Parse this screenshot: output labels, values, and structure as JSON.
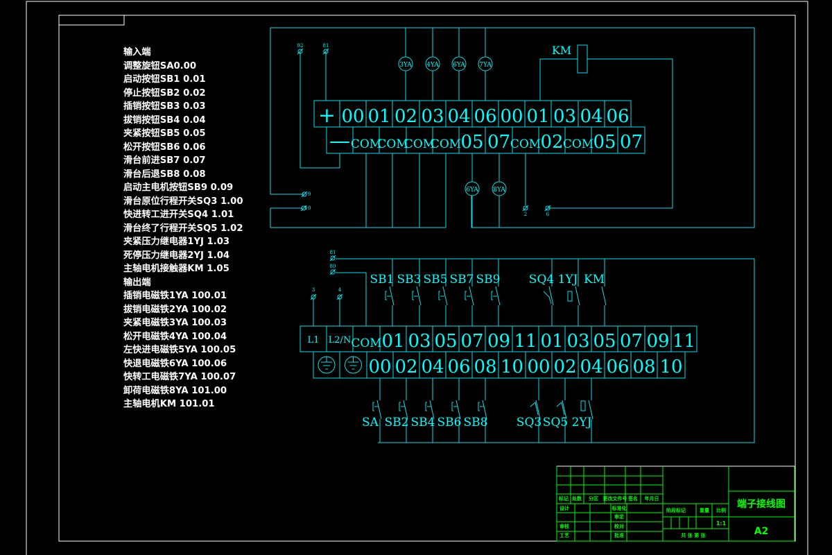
{
  "colors": {
    "wire": "#00e5ee",
    "text": "#00ffff",
    "title_block": "#00ff00",
    "frame": "#ffffff"
  },
  "legend": {
    "input_heading": "输入端",
    "inputs": [
      "调整旋钮SA0.00",
      "启动按钮SB1 0.01",
      "停止按钮SB2 0.02",
      "插销按钮SB3 0.03",
      "拔销按钮SB4 0.04",
      "夹紧按钮SB5 0.05",
      "松开按钮SB6 0.06",
      "滑台前进SB7 0.07",
      "滑台后退SB8 0.08",
      "启动主电机按钮SB9 0.09",
      "滑台原位行程开关SQ3 1.00",
      "快进转工进开关SQ4 1.01",
      "滑台终了行程开关SQ5 1.02",
      "夹紧压力继电器1YJ 1.03",
      "死停压力继电器2YJ 1.04",
      "主轴电机接触器KM 1.05"
    ],
    "output_heading": "输出端",
    "outputs": [
      "插销电磁铁1YA 100.01",
      "拔销电磁铁2YA 100.02",
      "夹紧电磁铁3YA 100.03",
      "松开电磁铁4YA 100.04",
      "左快进电磁铁5YA 100.05",
      "快退电磁铁6YA 100.06",
      "快转工电磁铁7YA 100.07",
      "卸荷电磁铁8YA 101.00",
      "主轴电机KM 101.01"
    ]
  },
  "output_block": {
    "row1": [
      "+",
      "00",
      "01",
      "02",
      "03",
      "04",
      "06",
      "00",
      "01",
      "03",
      "04",
      "06"
    ],
    "row2": [
      "—",
      "COM",
      "COM",
      "COM",
      "COM",
      "05",
      "07",
      "COM",
      "02",
      "COM",
      "05",
      "07"
    ],
    "top_coils": [
      "3YA",
      "4YA",
      "6YA",
      "7YA"
    ],
    "bottom_coils": [
      "6YA",
      "8YA"
    ],
    "km_label": "KM",
    "node_labels": [
      "92",
      "81",
      "9",
      "10",
      "2",
      "6"
    ]
  },
  "input_block": {
    "row1": [
      "L1",
      "L2/N",
      "COM",
      "01",
      "03",
      "05",
      "07",
      "09",
      "11",
      "01",
      "03",
      "05",
      "07",
      "09",
      "11"
    ],
    "row2": [
      "",
      "",
      "00",
      "02",
      "04",
      "06",
      "08",
      "10",
      "00",
      "02",
      "04",
      "06",
      "08",
      "10"
    ],
    "top_switches": [
      "SB1",
      "SB3",
      "SB5",
      "SB7",
      "SB9",
      "SQ4",
      "1YJ",
      "KM"
    ],
    "bottom_switches": [
      "SA",
      "SB2",
      "SB4",
      "SB6",
      "SB8",
      "SQ3",
      "SQ5",
      "2YJ"
    ],
    "node_labels": [
      "81",
      "80",
      "3",
      "4"
    ]
  },
  "title_block": {
    "drawing_title": "端子接线图",
    "sheet_size": "A2",
    "scale": "1:1",
    "labels": [
      "标记",
      "处数",
      "分区",
      "更改文件号",
      "签名",
      "年月日",
      "设计",
      "标准化",
      "审核",
      "工艺",
      "审定",
      "校对",
      "批准",
      "阶段标记",
      "重量",
      "比例",
      "共 张 第 张"
    ]
  }
}
